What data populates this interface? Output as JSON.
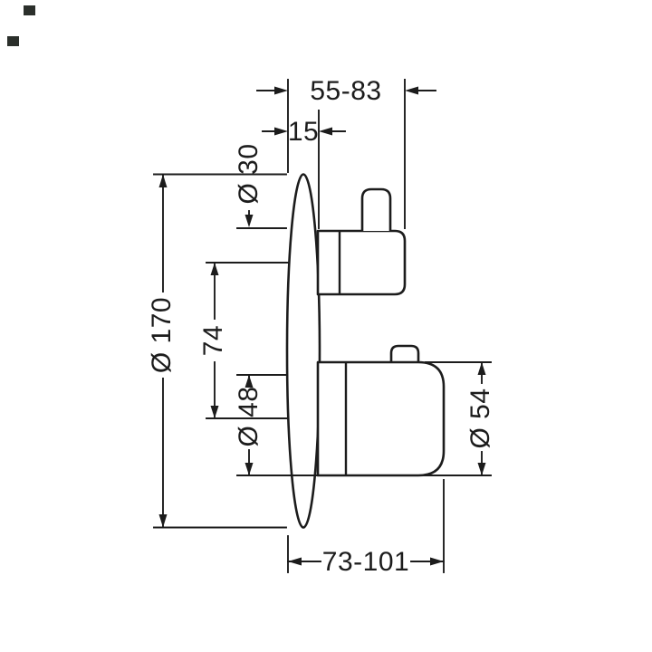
{
  "drawing": {
    "dimensions": {
      "top_depth": "55-83",
      "plate_thickness": "15",
      "spindle_diameter": "Ø 30",
      "plate_diameter": "Ø 170",
      "handle_spacing": "74",
      "lower_sleeve_diameter": "Ø 48",
      "handle_diameter": "Ø 54",
      "bottom_depth": "73-101"
    },
    "colors": {
      "line": "#1c1c1c",
      "background": "#ffffff",
      "artifact": "#2b2f2b"
    }
  }
}
